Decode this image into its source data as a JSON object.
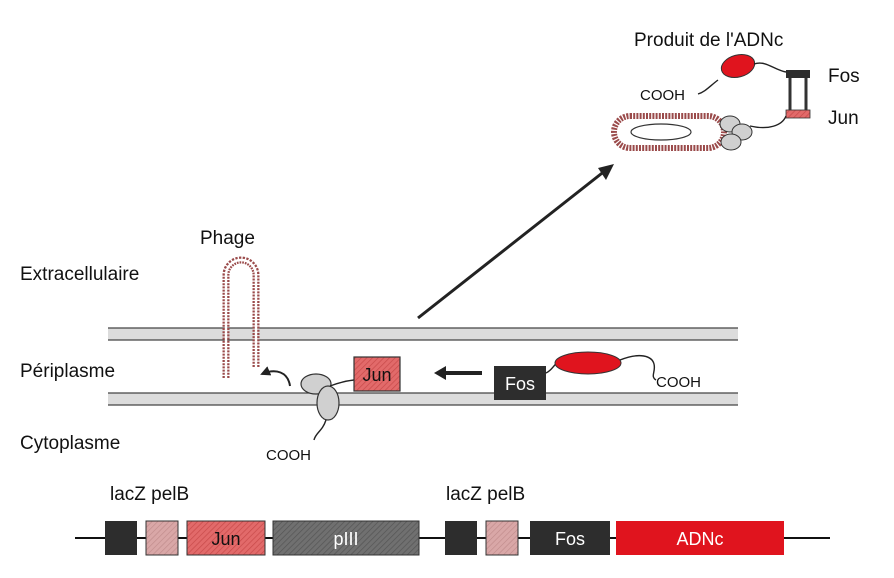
{
  "labels": {
    "produit": "Produit de l'ADNc",
    "cooh_top": "COOH",
    "fos_top": "Fos",
    "jun_top": "Jun",
    "phage": "Phage",
    "extracellulaire": "Extracellulaire",
    "periplasme": "Périplasme",
    "cytoplasme": "Cytoplasme",
    "cooh_bottom": "COOH",
    "cooh_right": "COOH",
    "jun_box": "Jun",
    "fos_box": "Fos",
    "lacz_pelb_1": "lacZ pelB",
    "lacz_pelb_2": "lacZ pelB"
  },
  "construct": {
    "jun": "Jun",
    "piii": "pIII",
    "fos": "Fos",
    "adnc": "ADNc"
  },
  "colors": {
    "red": "#e0141e",
    "salmon": "#e26a6a",
    "pink": "#d4a0a0",
    "dark": "#2b2b2b",
    "grey": "#6b6b6b",
    "phage_brown": "#9a4a4a",
    "membrane": "#d8d8d8"
  }
}
